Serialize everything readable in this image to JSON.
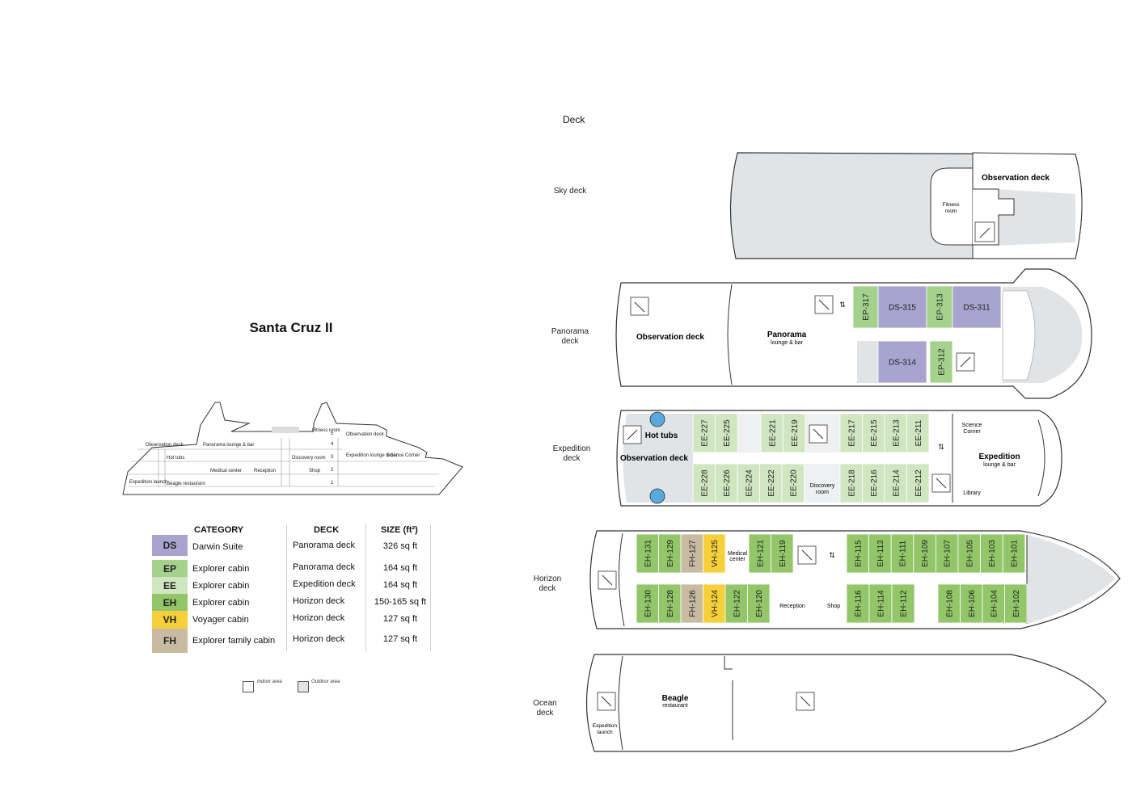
{
  "title": "Santa Cruz II",
  "deck_header": "Deck",
  "colors": {
    "DS": "#a9a4cf",
    "EP": "#a4d28d",
    "EE": "#cfe6c0",
    "EH": "#93c669",
    "VH": "#f5d03a",
    "FH": "#c8bba2",
    "hull": "#e1e4e6"
  },
  "legend": {
    "headers": {
      "category": "CATEGORY",
      "deck": "DECK",
      "size": "SIZE (ft²)"
    },
    "rows": [
      {
        "code": "DS",
        "name": "Darwin Suite",
        "deck": "Panorama deck",
        "size": "326 sq ft"
      },
      {
        "code": "EP",
        "name": "Explorer cabin",
        "deck": "Panorama deck",
        "size": "164 sq ft"
      },
      {
        "code": "EE",
        "name": "Explorer cabin",
        "deck": "Expedition deck",
        "size": "164 sq ft"
      },
      {
        "code": "EH",
        "name": "Explorer cabin",
        "deck": "Horizon deck",
        "size": "150-165 sq ft"
      },
      {
        "code": "VH",
        "name": "Voyager cabin",
        "deck": "Horizon deck",
        "size": "127 sq ft"
      },
      {
        "code": "FH",
        "name": "Explorer family cabin",
        "deck": "Horizon deck",
        "size": "127 sq ft"
      }
    ],
    "key_indoor": "Indoor area",
    "key_outdoor": "Outdoor area"
  },
  "profile": {
    "observation_deck": "Observation deck",
    "panorama_lounge": "Panorama lounge & bar",
    "fitness": "Fitness room",
    "observation_deck_fwd": "Observation deck",
    "hot_tubs": "Hot tubs",
    "discovery_room": "Discovery room",
    "expedition_lounge": "Expedition lounge & bar",
    "science_corner": "Science Corner",
    "medical_center": "Medical center",
    "reception": "Reception",
    "shop": "Shop",
    "expedition_launch": "Expedition launch",
    "beagle_restaurant": "Beagle restaurant",
    "deck_numbers": [
      "5",
      "4",
      "3",
      "2",
      "1"
    ]
  },
  "decks": {
    "sky": {
      "name_lines": [
        "Sky deck"
      ],
      "observation_deck": "Observation deck",
      "fitness": [
        "Fitness",
        "room"
      ]
    },
    "panorama": {
      "name_lines": [
        "Panorama",
        "deck"
      ],
      "observation_deck": "Observation deck",
      "lounge_title": "Panorama",
      "lounge_sub": "lounge & bar",
      "top_cabins": [
        {
          "id": "EP-317",
          "cat": "EP"
        },
        {
          "id": "DS-315",
          "cat": "DS"
        },
        {
          "id": "EP-313",
          "cat": "EP"
        },
        {
          "id": "DS-311",
          "cat": "DS"
        }
      ],
      "bottom_cabins": [
        {
          "id": "DS-314",
          "cat": "DS"
        },
        {
          "id": "EP-312",
          "cat": "EP"
        }
      ]
    },
    "expedition": {
      "name_lines": [
        "Expedition",
        "deck"
      ],
      "hot_tubs": "Hot tubs",
      "observation_deck": "Observation deck",
      "discovery": [
        "Discovery",
        "room"
      ],
      "science": [
        "Science",
        "Corner"
      ],
      "library": "Library",
      "lounge_title": "Expedition",
      "lounge_sub": "lounge & bar",
      "top_groups": [
        [
          "EE-227",
          "EE-225"
        ],
        [
          "EE-221",
          "EE-219"
        ],
        [
          "EE-217",
          "EE-215",
          "EE-213",
          "EE-211"
        ]
      ],
      "bottom_groups": [
        [
          "EE-228",
          "EE-226",
          "EE-224",
          "EE-222",
          "EE-220"
        ],
        [
          "EE-218",
          "EE-216",
          "EE-214",
          "EE-212"
        ]
      ]
    },
    "horizon": {
      "name_lines": [
        "Horizon",
        "deck"
      ],
      "medical": [
        "Medical",
        "center"
      ],
      "reception": "Reception",
      "shop": "Shop",
      "top_a": [
        {
          "id": "EH-131",
          "cat": "EH"
        },
        {
          "id": "EH-129",
          "cat": "EH"
        },
        {
          "id": "FH-127",
          "cat": "FH"
        },
        {
          "id": "VH-125",
          "cat": "VH"
        }
      ],
      "top_b": [
        {
          "id": "EH-121",
          "cat": "EH"
        },
        {
          "id": "EH-119",
          "cat": "EH"
        }
      ],
      "top_c": [
        {
          "id": "EH-115",
          "cat": "EH"
        },
        {
          "id": "EH-113",
          "cat": "EH"
        },
        {
          "id": "EH-111",
          "cat": "EH"
        },
        {
          "id": "EH-109",
          "cat": "EH"
        },
        {
          "id": "EH-107",
          "cat": "EH"
        },
        {
          "id": "EH-105",
          "cat": "EH"
        },
        {
          "id": "EH-103",
          "cat": "EH"
        },
        {
          "id": "EH-101",
          "cat": "EH"
        }
      ],
      "bot_a": [
        {
          "id": "EH-130",
          "cat": "EH"
        },
        {
          "id": "EH-128",
          "cat": "EH"
        },
        {
          "id": "FH-126",
          "cat": "FH"
        },
        {
          "id": "VH-124",
          "cat": "VH"
        },
        {
          "id": "EH-122",
          "cat": "EH"
        },
        {
          "id": "EH-120",
          "cat": "EH"
        }
      ],
      "bot_b": [
        {
          "id": "EH-116",
          "cat": "EH"
        },
        {
          "id": "EH-114",
          "cat": "EH"
        },
        {
          "id": "EH-112",
          "cat": "EH"
        }
      ],
      "bot_c": [
        {
          "id": "EH-108",
          "cat": "EH"
        },
        {
          "id": "EH-106",
          "cat": "EH"
        },
        {
          "id": "EH-104",
          "cat": "EH"
        },
        {
          "id": "EH-102",
          "cat": "EH"
        }
      ]
    },
    "ocean": {
      "name_lines": [
        "Ocean",
        "deck"
      ],
      "beagle_title": "Beagle",
      "beagle_sub": "restaurant",
      "launch": [
        "Expedition",
        "launch"
      ]
    }
  }
}
